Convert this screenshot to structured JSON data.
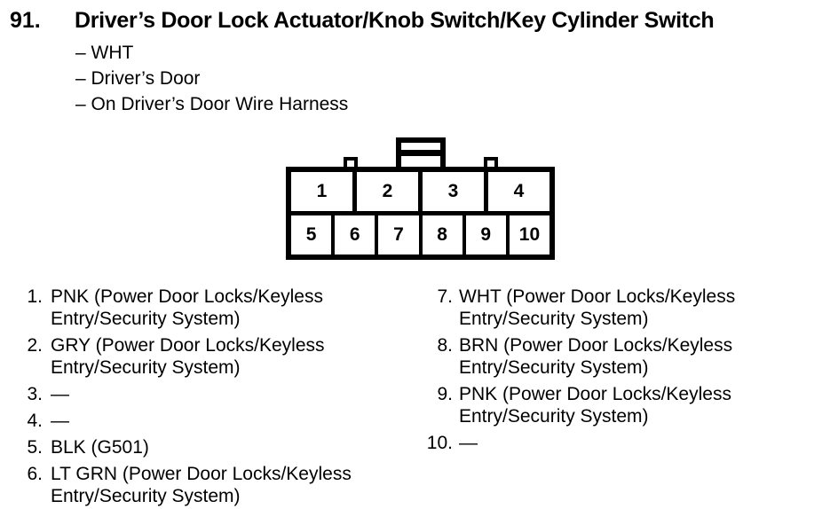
{
  "header": {
    "item_number": "91.",
    "title": "Driver’s Door Lock Actuator/Knob Switch/Key Cylinder Switch",
    "attributes": [
      "– WHT",
      "– Driver’s Door",
      "– On Driver’s Door Wire Harness"
    ]
  },
  "connector": {
    "top_row_pins": [
      "1",
      "2",
      "3",
      "4"
    ],
    "bottom_row_pins": [
      "5",
      "6",
      "7",
      "8",
      "9",
      "10"
    ]
  },
  "pin_list": {
    "left": [
      {
        "num": "1.",
        "desc": [
          "PNK (Power Door Locks/Keyless",
          "Entry/Security System)"
        ]
      },
      {
        "num": "2.",
        "desc": [
          "GRY (Power Door Locks/Keyless",
          "Entry/Security System)"
        ]
      },
      {
        "num": "3.",
        "desc": [
          "—"
        ]
      },
      {
        "num": "4.",
        "desc": [
          "—"
        ]
      },
      {
        "num": "5.",
        "desc": [
          "BLK (G501)"
        ]
      },
      {
        "num": "6.",
        "desc": [
          "LT GRN (Power Door Locks/Keyless",
          "Entry/Security System)"
        ]
      }
    ],
    "right": [
      {
        "num": "7.",
        "desc": [
          "WHT (Power Door Locks/Keyless",
          "Entry/Security System)"
        ]
      },
      {
        "num": "8.",
        "desc": [
          "BRN (Power Door Locks/Keyless",
          "Entry/Security System)"
        ]
      },
      {
        "num": "9.",
        "desc": [
          "PNK (Power Door Locks/Keyless",
          "Entry/Security System)"
        ]
      },
      {
        "num": "10.",
        "desc": [
          "—"
        ]
      }
    ]
  },
  "colors": {
    "ink": "#000000",
    "paper": "#ffffff"
  }
}
